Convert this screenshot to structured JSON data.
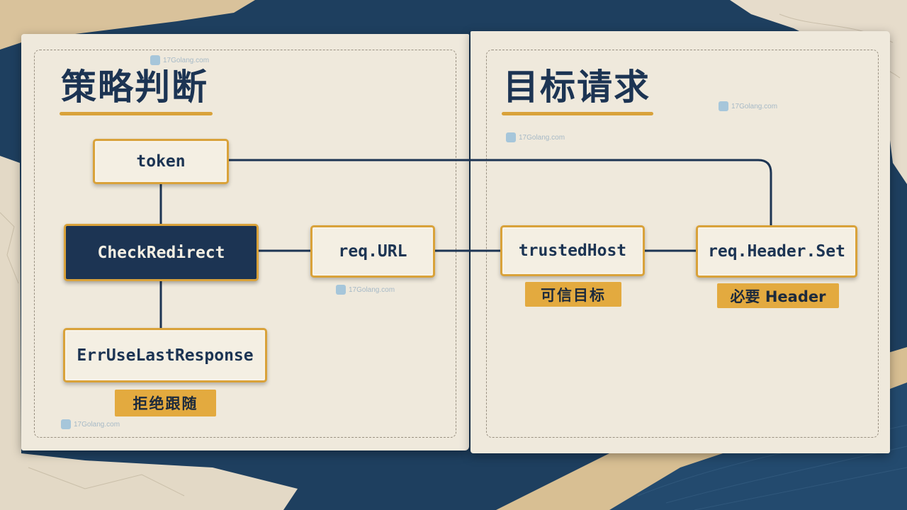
{
  "panels": {
    "left": {
      "title": "策略判断"
    },
    "right": {
      "title": "目标请求"
    }
  },
  "nodes": {
    "token": "token",
    "check_redirect": "CheckRedirect",
    "err_use_last_response": "ErrUseLastResponse",
    "req_url": "req.URL",
    "trusted_host": "trustedHost",
    "req_header_set": "req.Header.Set"
  },
  "tags": {
    "reject_follow": "拒绝跟随",
    "trusted_target": "可信目标",
    "required_header": "必要 Header"
  },
  "watermarks": [
    "17Golang.com",
    "17Golang.com",
    "17Golang.com",
    "17Golang.com",
    "17Golang.com"
  ],
  "colors": {
    "navy": "#1c3453",
    "gold": "#d9a23a",
    "paper": "#efe9dc",
    "background": "#1e3f5f"
  }
}
